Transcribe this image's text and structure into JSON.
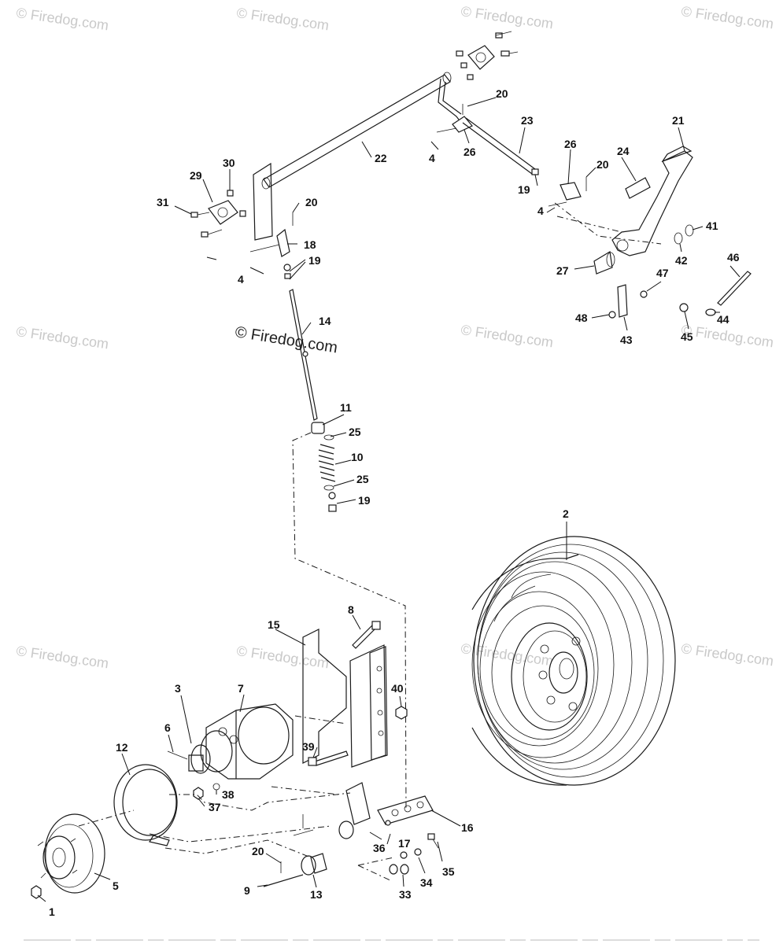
{
  "watermark": {
    "text": "© Firedog.com",
    "main_text": "© Firedog.com"
  },
  "callouts": [
    {
      "id": "c1",
      "label": "1"
    },
    {
      "id": "c2",
      "label": "2"
    },
    {
      "id": "c3",
      "label": "3"
    },
    {
      "id": "c4a",
      "label": "4"
    },
    {
      "id": "c4b",
      "label": "4"
    },
    {
      "id": "c4c",
      "label": "4"
    },
    {
      "id": "c5",
      "label": "5"
    },
    {
      "id": "c6",
      "label": "6"
    },
    {
      "id": "c7",
      "label": "7"
    },
    {
      "id": "c8",
      "label": "8"
    },
    {
      "id": "c9",
      "label": "9"
    },
    {
      "id": "c10",
      "label": "10"
    },
    {
      "id": "c11",
      "label": "11"
    },
    {
      "id": "c12",
      "label": "12"
    },
    {
      "id": "c13",
      "label": "13"
    },
    {
      "id": "c14",
      "label": "14"
    },
    {
      "id": "c15",
      "label": "15"
    },
    {
      "id": "c16",
      "label": "16"
    },
    {
      "id": "c17",
      "label": "17"
    },
    {
      "id": "c18",
      "label": "18"
    },
    {
      "id": "c19a",
      "label": "19"
    },
    {
      "id": "c19b",
      "label": "19"
    },
    {
      "id": "c19c",
      "label": "19"
    },
    {
      "id": "c20a",
      "label": "20"
    },
    {
      "id": "c20b",
      "label": "20"
    },
    {
      "id": "c20c",
      "label": "20"
    },
    {
      "id": "c20d",
      "label": "20"
    },
    {
      "id": "c21",
      "label": "21"
    },
    {
      "id": "c22",
      "label": "22"
    },
    {
      "id": "c23",
      "label": "23"
    },
    {
      "id": "c24",
      "label": "24"
    },
    {
      "id": "c25a",
      "label": "25"
    },
    {
      "id": "c25b",
      "label": "25"
    },
    {
      "id": "c26a",
      "label": "26"
    },
    {
      "id": "c26b",
      "label": "26"
    },
    {
      "id": "c27",
      "label": "27"
    },
    {
      "id": "c29",
      "label": "29"
    },
    {
      "id": "c30",
      "label": "30"
    },
    {
      "id": "c31",
      "label": "31"
    },
    {
      "id": "c33",
      "label": "33"
    },
    {
      "id": "c34",
      "label": "34"
    },
    {
      "id": "c35",
      "label": "35"
    },
    {
      "id": "c36",
      "label": "36"
    },
    {
      "id": "c37",
      "label": "37"
    },
    {
      "id": "c38",
      "label": "38"
    },
    {
      "id": "c39",
      "label": "39"
    },
    {
      "id": "c40",
      "label": "40"
    },
    {
      "id": "c41",
      "label": "41"
    },
    {
      "id": "c42",
      "label": "42"
    },
    {
      "id": "c43",
      "label": "43"
    },
    {
      "id": "c44",
      "label": "44"
    },
    {
      "id": "c45",
      "label": "45"
    },
    {
      "id": "c46",
      "label": "46"
    },
    {
      "id": "c47",
      "label": "47"
    },
    {
      "id": "c48",
      "label": "48"
    }
  ]
}
